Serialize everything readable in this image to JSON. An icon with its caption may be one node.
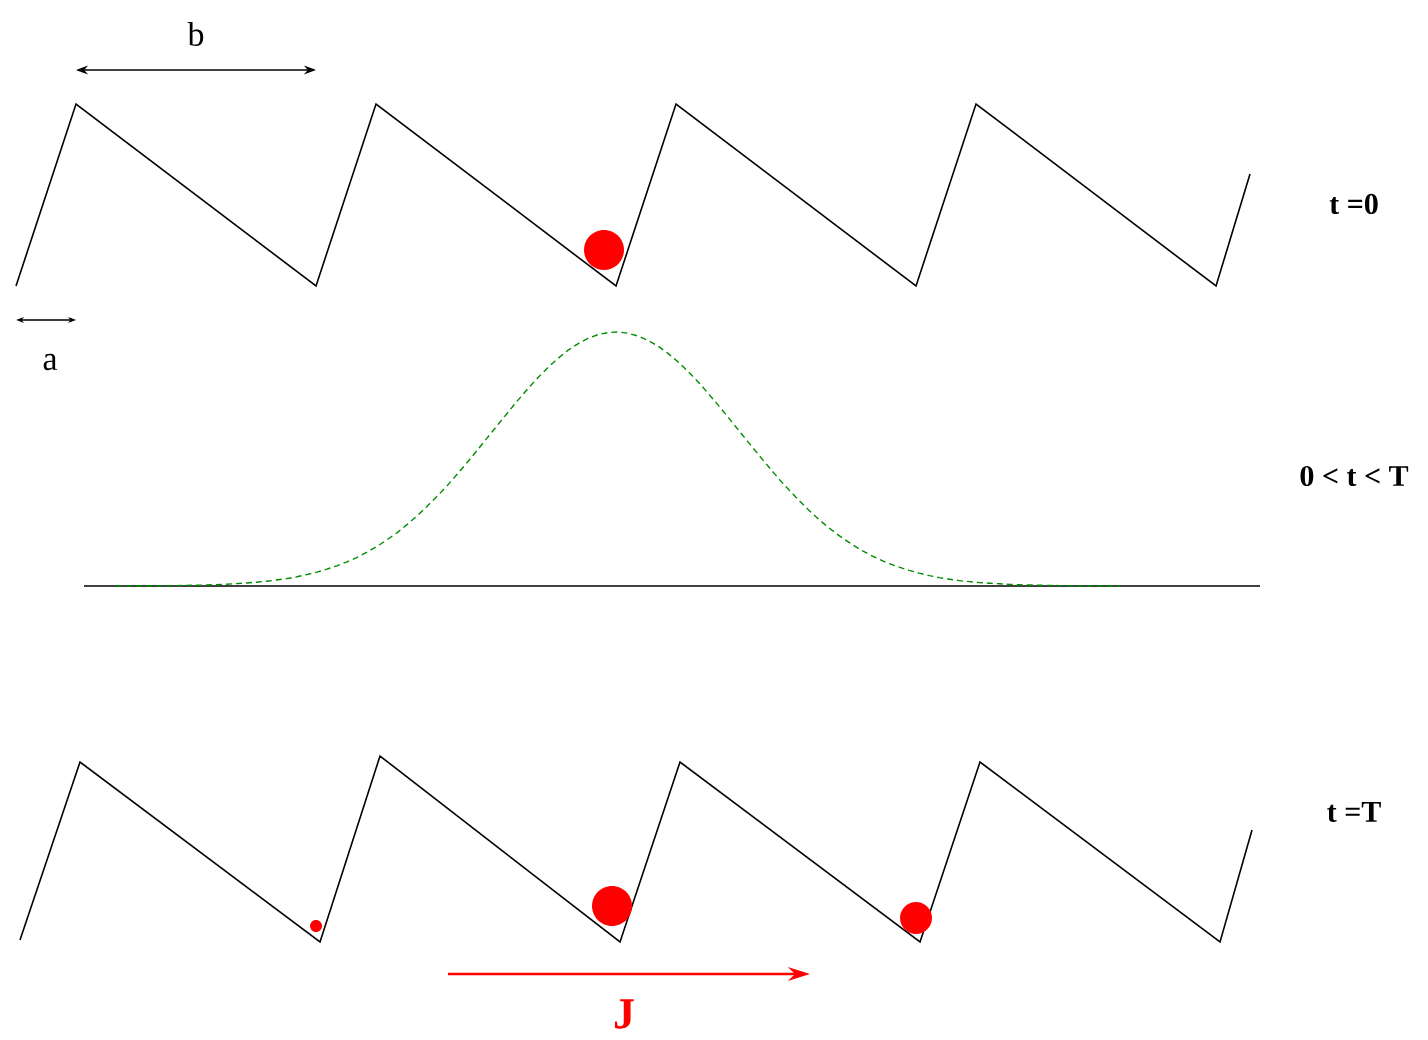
{
  "diagram": {
    "labels": [
      "b",
      "a",
      "t =0",
      "0 < t < T",
      "t =T",
      "J"
    ]
  }
}
